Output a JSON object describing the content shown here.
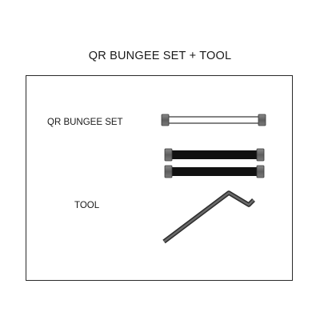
{
  "title": "QR BUNGEE SET + TOOL",
  "labels": {
    "bungee_set": "QR BUNGEE SET",
    "tool": "TOOL"
  },
  "parts": {
    "bungee_cords": [
      "white-bungee-icon",
      "black-bungee-icon",
      "black-bungee-icon"
    ],
    "tool": "hex-key-icon"
  },
  "colors": {
    "frame": "#2b2b2b",
    "bungee_black": "#111111",
    "bungee_white": "#ffffff",
    "end_cap": "#666666",
    "tool": "#4a4a4a"
  }
}
